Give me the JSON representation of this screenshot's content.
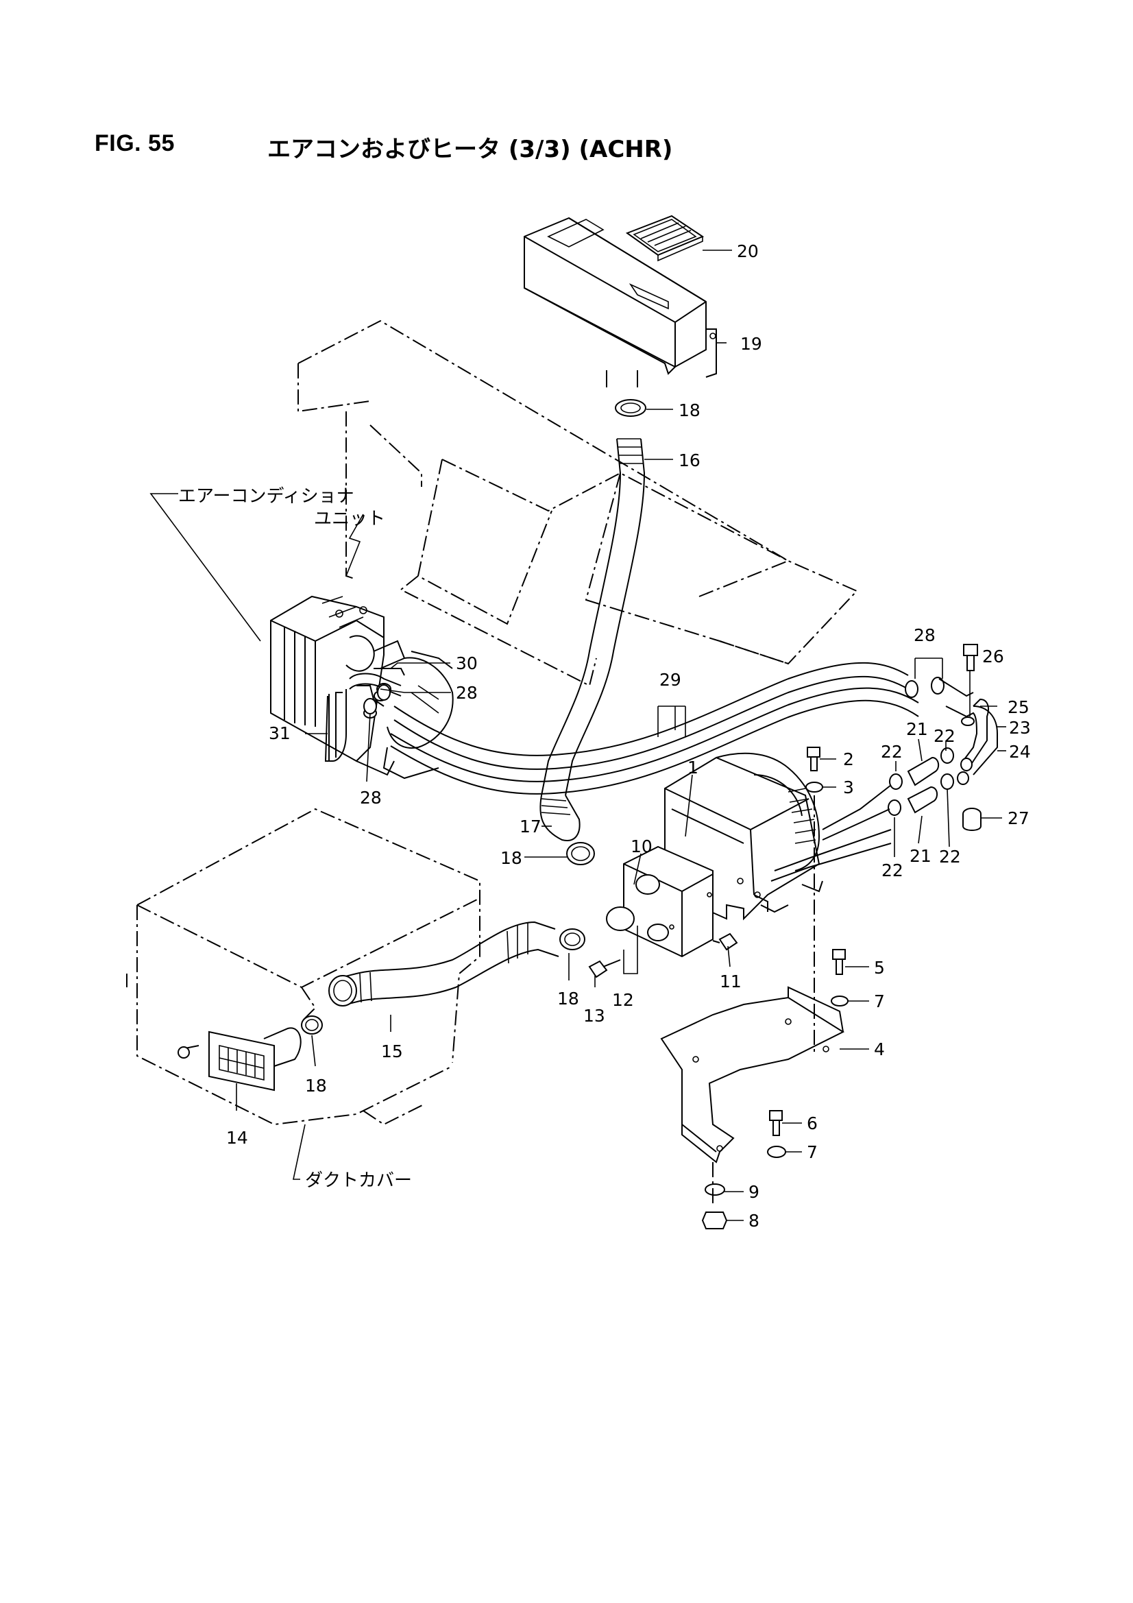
{
  "figure": {
    "number": "FIG. 55",
    "title": "エアコンおよびヒータ (3/3) (ACHR)"
  },
  "labels": {
    "air_conditioner_unit_line1": "エアーコンディショナ",
    "air_conditioner_unit_line2": "ユニット",
    "duct_cover": "ダクトカバー"
  },
  "callouts": [
    "1",
    "2",
    "3",
    "4",
    "5",
    "6",
    "7",
    "7",
    "8",
    "9",
    "10",
    "11",
    "12",
    "13",
    "14",
    "15",
    "16",
    "17",
    "18",
    "18",
    "18",
    "18",
    "19",
    "20",
    "21",
    "21",
    "22",
    "22",
    "22",
    "22",
    "23",
    "24",
    "25",
    "26",
    "27",
    "28",
    "28",
    "28",
    "29",
    "30",
    "31"
  ]
}
